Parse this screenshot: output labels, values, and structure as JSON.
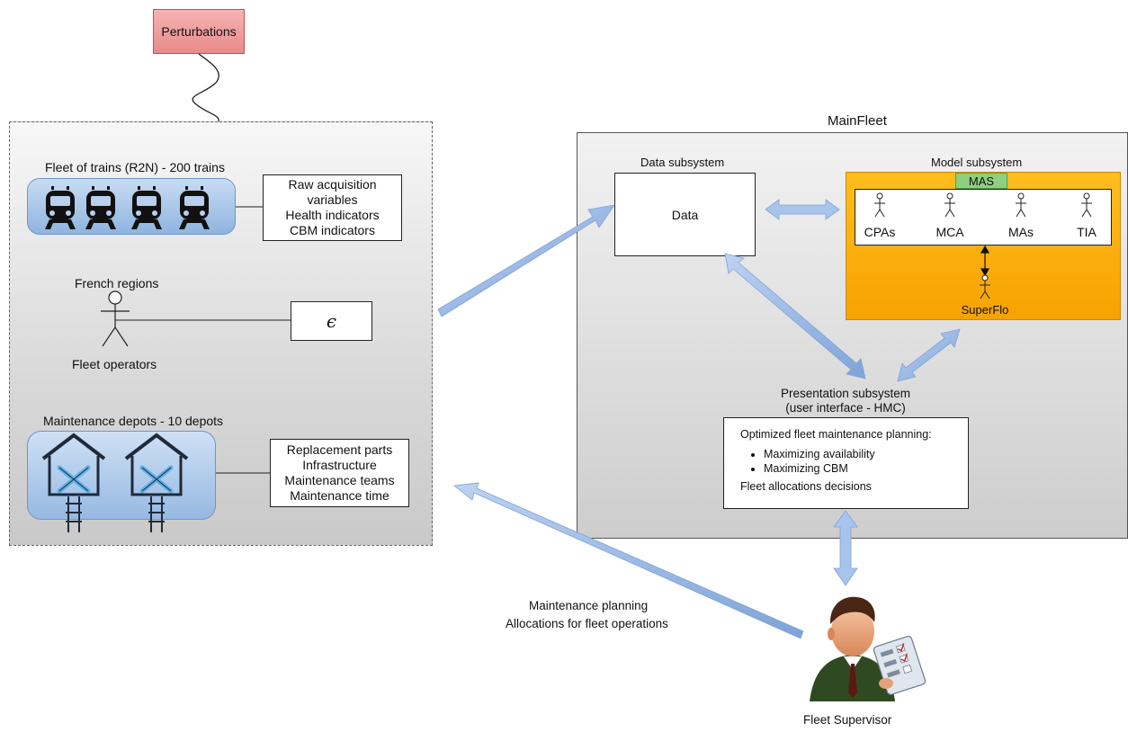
{
  "perturbations": {
    "label": "Perturbations"
  },
  "left": {
    "fleet_title": "Fleet of trains (R2N) - 200 trains",
    "raw_box": [
      "Raw acquisition",
      "variables",
      "Health indicators",
      "CBM indicators"
    ],
    "french_regions": "French regions",
    "fleet_operators": "Fleet operators",
    "epsilon": "ϵ",
    "depots_title": "Maintenance depots - 10 depots",
    "replacement_box": [
      "Replacement parts",
      "Infrastructure",
      "Maintenance teams",
      "Maintenance time"
    ]
  },
  "mainfleet": {
    "title": "MainFleet",
    "data_subsystem": "Data subsystem",
    "data_label": "Data",
    "model_subsystem": "Model subsystem",
    "mas": "MAS",
    "agents": [
      "CPAs",
      "MCA",
      "MAs",
      "TIA"
    ],
    "superflo": "SuperFlo",
    "presentation_title_1": "Presentation subsystem",
    "presentation_title_2": "(user interface - HMC)",
    "presentation_heading": "Optimized fleet maintenance planning:",
    "presentation_bullets": [
      "Maximizing   availability",
      "Maximizing CBM"
    ],
    "presentation_footer": "Fleet allocations decisions"
  },
  "bottom": {
    "maintenance_planning": "Maintenance planning",
    "allocations": "Allocations for fleet operations",
    "fleet_supervisor": "Fleet Supervisor"
  },
  "colors": {
    "arrow_blue": "#9dbbe6",
    "model_orange": "#f7a200",
    "mas_green": "#8fcf7e",
    "perturbation_red": "#e88a8a"
  }
}
